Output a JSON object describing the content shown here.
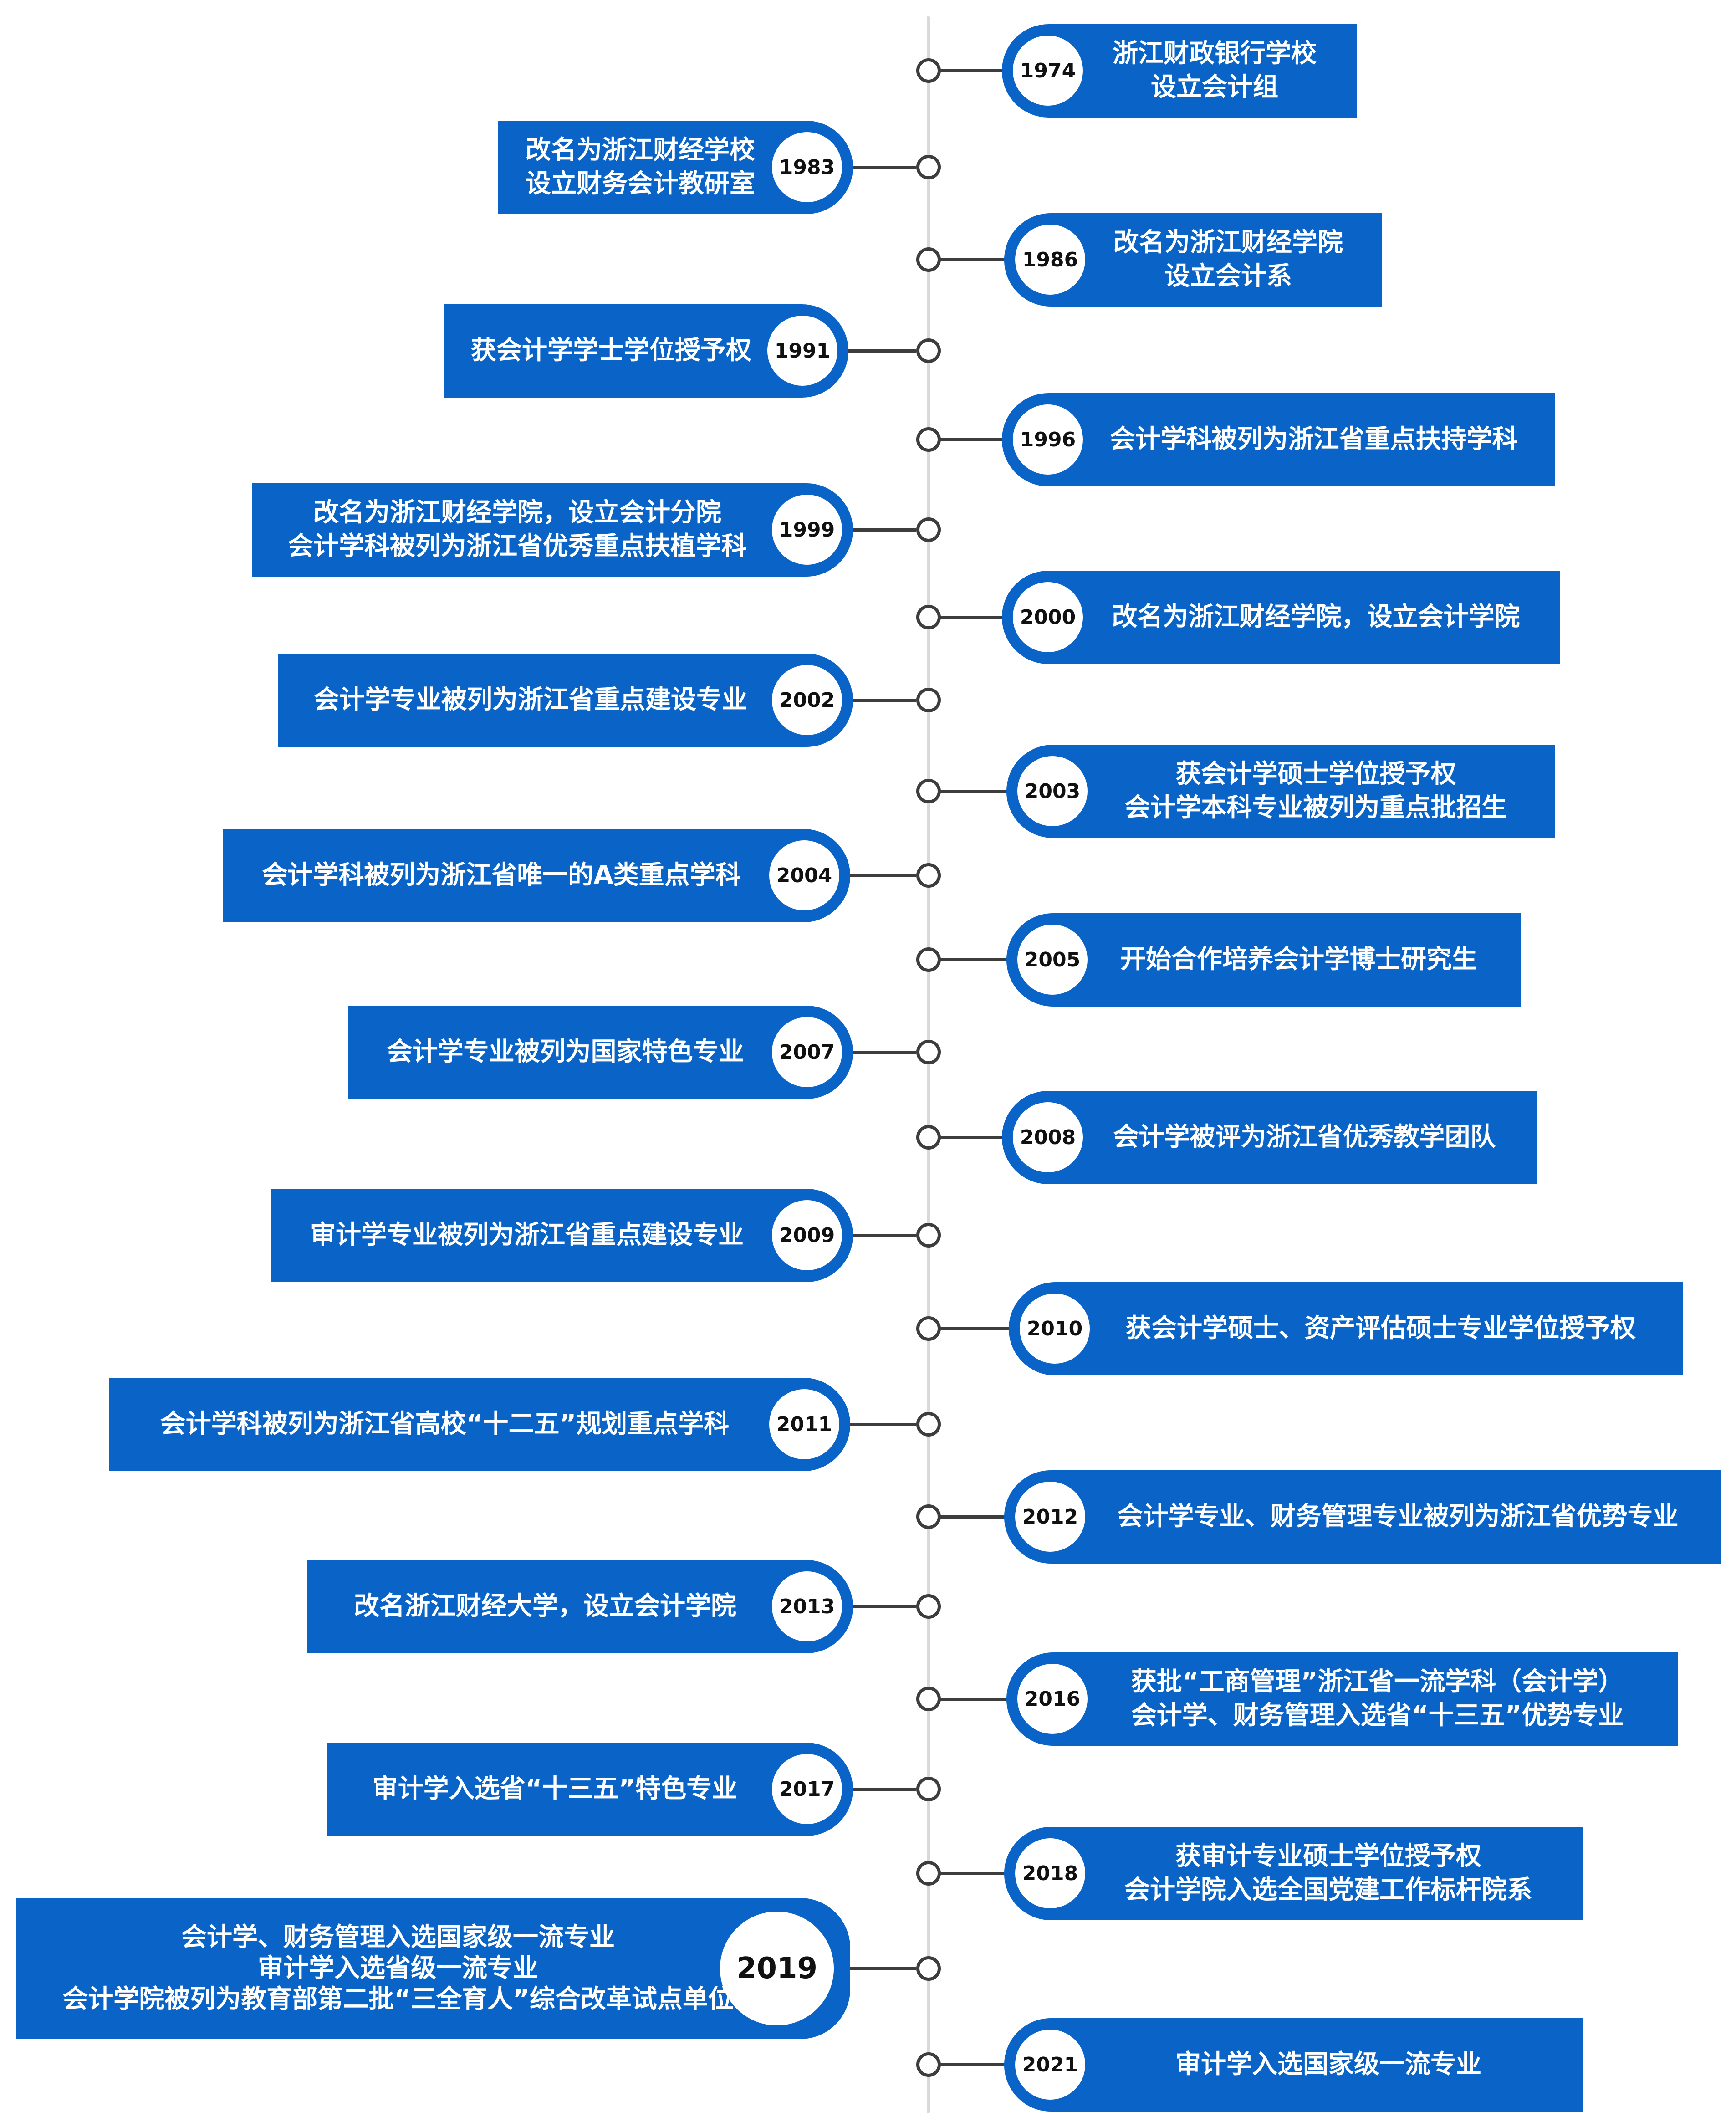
{
  "timeline": {
    "entries": [
      {
        "year": "1974",
        "events": [
          "浙江财政银行学校",
          "设立会计组"
        ]
      },
      {
        "year": "1983",
        "events": [
          "改名为浙江财经学校",
          "设立财务会计教研室"
        ]
      },
      {
        "year": "1986",
        "events": [
          "改名为浙江财经学院",
          "设立会计系"
        ]
      },
      {
        "year": "1991",
        "events": [
          "获会计学学士学位授予权"
        ]
      },
      {
        "year": "1996",
        "events": [
          "会计学科被列为浙江省重点扶持学科"
        ]
      },
      {
        "year": "1999",
        "events": [
          "改名为浙江财经学院，设立会计分院",
          "会计学科被列为浙江省优秀重点扶植学科"
        ]
      },
      {
        "year": "2000",
        "events": [
          "改名为浙江财经学院，设立会计学院"
        ]
      },
      {
        "year": "2002",
        "events": [
          "会计学专业被列为浙江省重点建设专业"
        ]
      },
      {
        "year": "2003",
        "events": [
          "获会计学硕士学位授予权",
          "会计学本科专业被列为重点批招生"
        ]
      },
      {
        "year": "2004",
        "events": [
          "会计学科被列为浙江省唯一的A类重点学科"
        ]
      },
      {
        "year": "2005",
        "events": [
          "开始合作培养会计学博士研究生"
        ]
      },
      {
        "year": "2007",
        "events": [
          "会计学专业被列为国家特色专业"
        ]
      },
      {
        "year": "2008",
        "events": [
          "会计学被评为浙江省优秀教学团队"
        ]
      },
      {
        "year": "2009",
        "events": [
          "审计学专业被列为浙江省重点建设专业"
        ]
      },
      {
        "year": "2010",
        "events": [
          "获会计学硕士、资产评估硕士专业学位授予权"
        ]
      },
      {
        "year": "2011",
        "events": [
          "会计学科被列为浙江省高校“十二五”规划重点学科"
        ]
      },
      {
        "year": "2012",
        "events": [
          "会计学专业、财务管理专业被列为浙江省优势专业"
        ]
      },
      {
        "year": "2013",
        "events": [
          "改名浙江财经大学，设立会计学院"
        ]
      },
      {
        "year": "2016",
        "events": [
          "获批“工商管理”浙江省一流学科（会计学）",
          "会计学、财务管理入选省“十三五”优势专业"
        ]
      },
      {
        "year": "2017",
        "events": [
          "审计学入选省“十三五”特色专业"
        ]
      },
      {
        "year": "2018",
        "events": [
          "获审计专业硕士学位授予权",
          "会计学院入选全国党建工作标杆院系"
        ]
      },
      {
        "year": "2019",
        "events": [
          "会计学、财务管理入选国家级一流专业",
          "审计学入选省级一流专业",
          "会计学院被列为教育部第二批“三全育人”综合改革试点单位"
        ]
      },
      {
        "year": "2021",
        "events": [
          "审计学入选国家级一流专业"
        ]
      }
    ]
  }
}
